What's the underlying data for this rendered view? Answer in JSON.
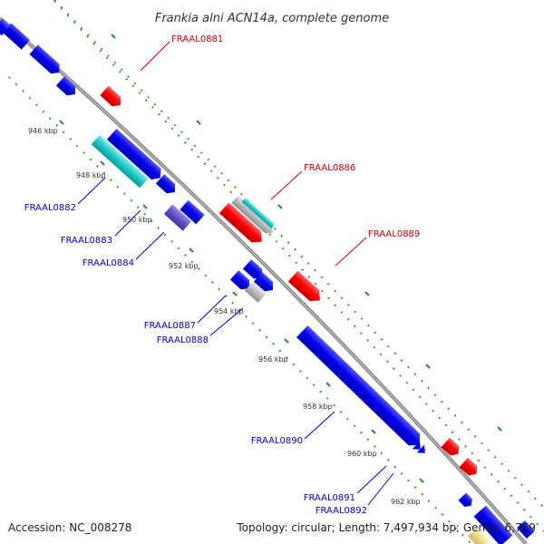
{
  "title": "Frankia alni ACN14a, complete genome",
  "accession": "Accession: NC_008278",
  "summary": "Topology: circular; Length: 7,497,934 bp; Genes: 6,769",
  "colors": {
    "backbone": "#8a8a8a",
    "forward_label": "#cc0000",
    "reverse_label": "#0000cc",
    "tick_dot": "#2e8b2e",
    "gene_red": "#ff0000",
    "gene_blue": "#0000ee",
    "gene_cyan": "#22cccc",
    "gene_purple": "#6655cc",
    "gene_gray": "#c0c0c0",
    "gene_yellow": "#eedd88"
  },
  "ticks": [
    "946 kbp",
    "948 kbp",
    "950 kbp",
    "952 kbp",
    "954 kbp",
    "956 kbp",
    "958 kbp",
    "960 kbp",
    "962 kbp"
  ],
  "forward_labels": [
    "FRAAL0881",
    "FRAAL0886",
    "FRAAL0889"
  ],
  "reverse_labels": [
    "FRAAL0882",
    "FRAAL0883",
    "FRAAL0884",
    "FRAAL0887",
    "FRAAL0888",
    "FRAAL0890",
    "FRAAL0891",
    "FRAAL0892"
  ]
}
